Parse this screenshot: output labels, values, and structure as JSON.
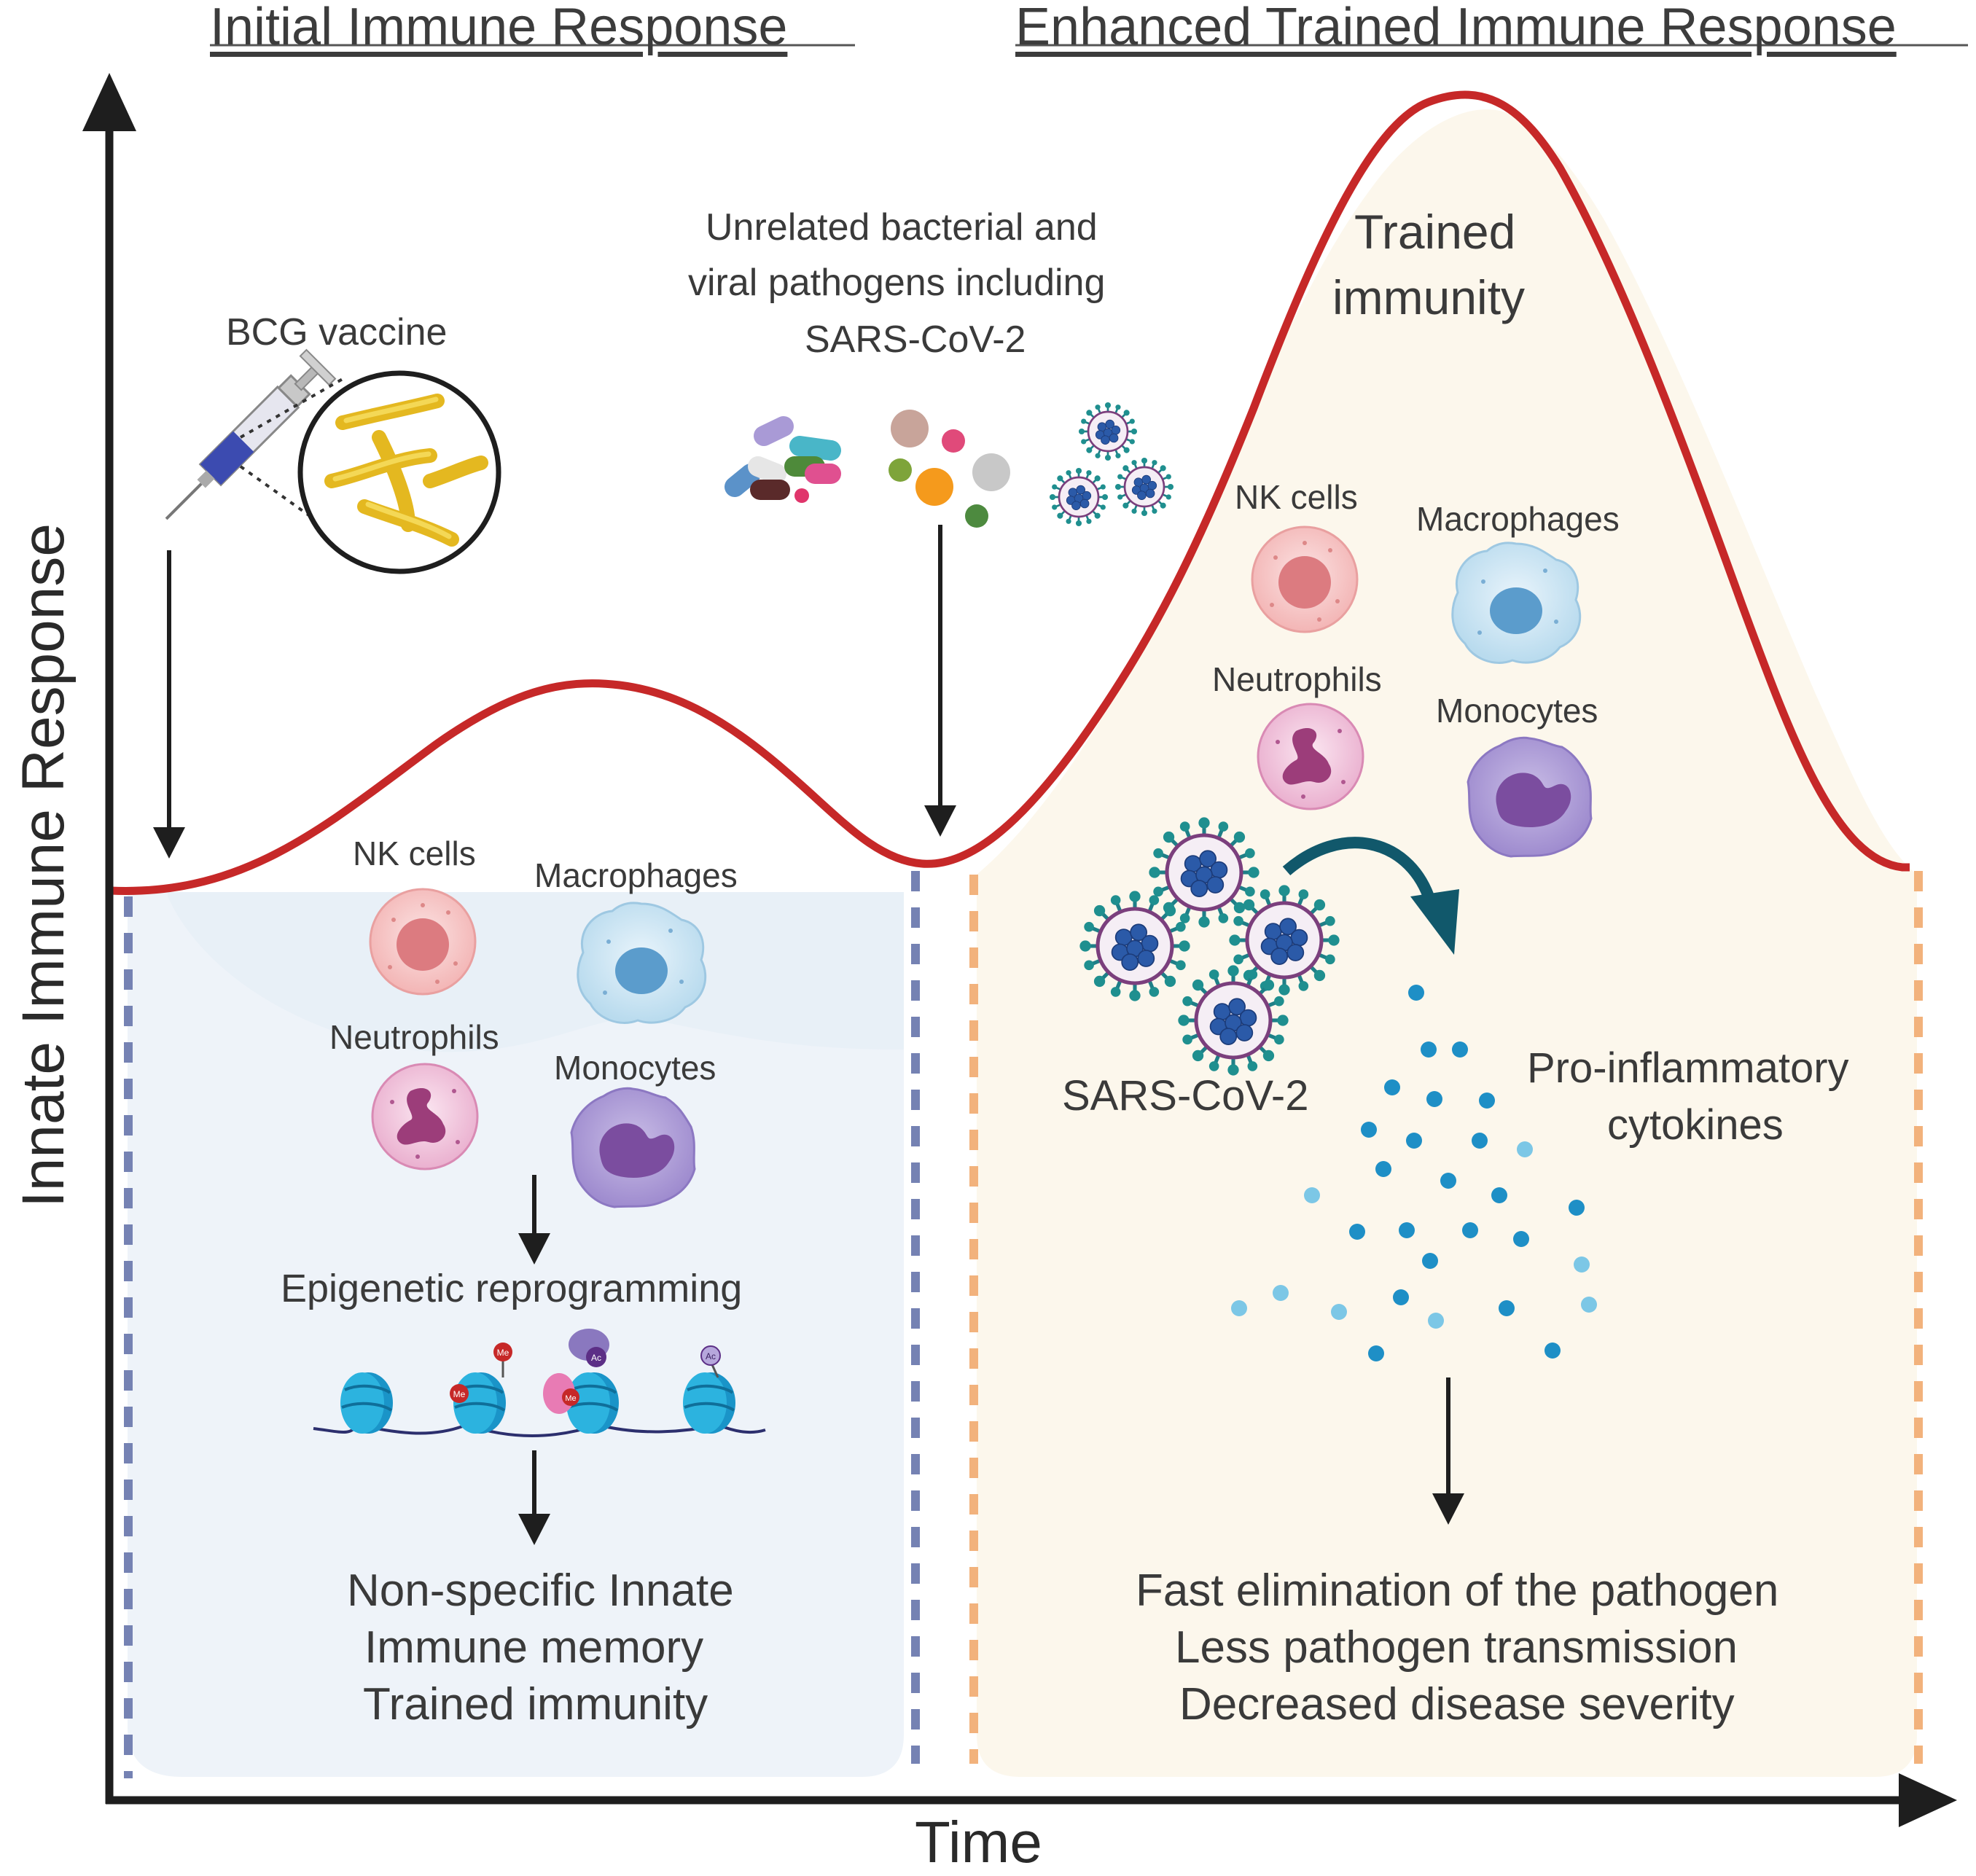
{
  "headings": {
    "left": "Initial Immune Response",
    "right": "Enhanced Trained Immune Response"
  },
  "axes": {
    "y_label": "Innate Immune Response",
    "x_label": "Time"
  },
  "left": {
    "vaccine_label": "BCG vaccine",
    "cells": {
      "nk": "NK cells",
      "macrophages": "Macrophages",
      "neutrophils": "Neutrophils",
      "monocytes": "Monocytes"
    },
    "process_label": "Epigenetic reprogramming",
    "outcomes": [
      "Non-specific Innate",
      "Immune memory",
      "Trained immunity"
    ],
    "histone_marks": [
      "Me",
      "Me",
      "Ac",
      "Me",
      "Ac"
    ]
  },
  "middle": {
    "pathogens_label": [
      "Unrelated bacterial and",
      "viral pathogens including",
      "SARS-CoV-2"
    ]
  },
  "right": {
    "peak_label": [
      "Trained",
      "immunity"
    ],
    "cells": {
      "nk": "NK cells",
      "macrophages": "Macrophages",
      "neutrophils": "Neutrophils",
      "monocytes": "Monocytes"
    },
    "virus_label": "SARS-CoV-2",
    "cytokines_label": [
      "Pro-inflammatory",
      "cytokines"
    ],
    "outcomes": [
      "Fast elimination of the pathogen",
      "Less pathogen transmission",
      "Decreased disease severity"
    ]
  },
  "colors": {
    "curve": "#c62828",
    "left_panel": "#eef3f9",
    "right_panel": "#fcf7ec",
    "left_divider": "#7582b3",
    "right_divider": "#f2b27c",
    "cytokine": "#1e8fc6",
    "curved_arrow": "#11586b"
  },
  "icons": [
    "syringe-icon",
    "bacteria-icon",
    "nk-cell-icon",
    "macrophage-icon",
    "neutrophil-icon",
    "monocyte-icon",
    "nucleosome-icon",
    "virus-icon",
    "cytokine-icon"
  ]
}
